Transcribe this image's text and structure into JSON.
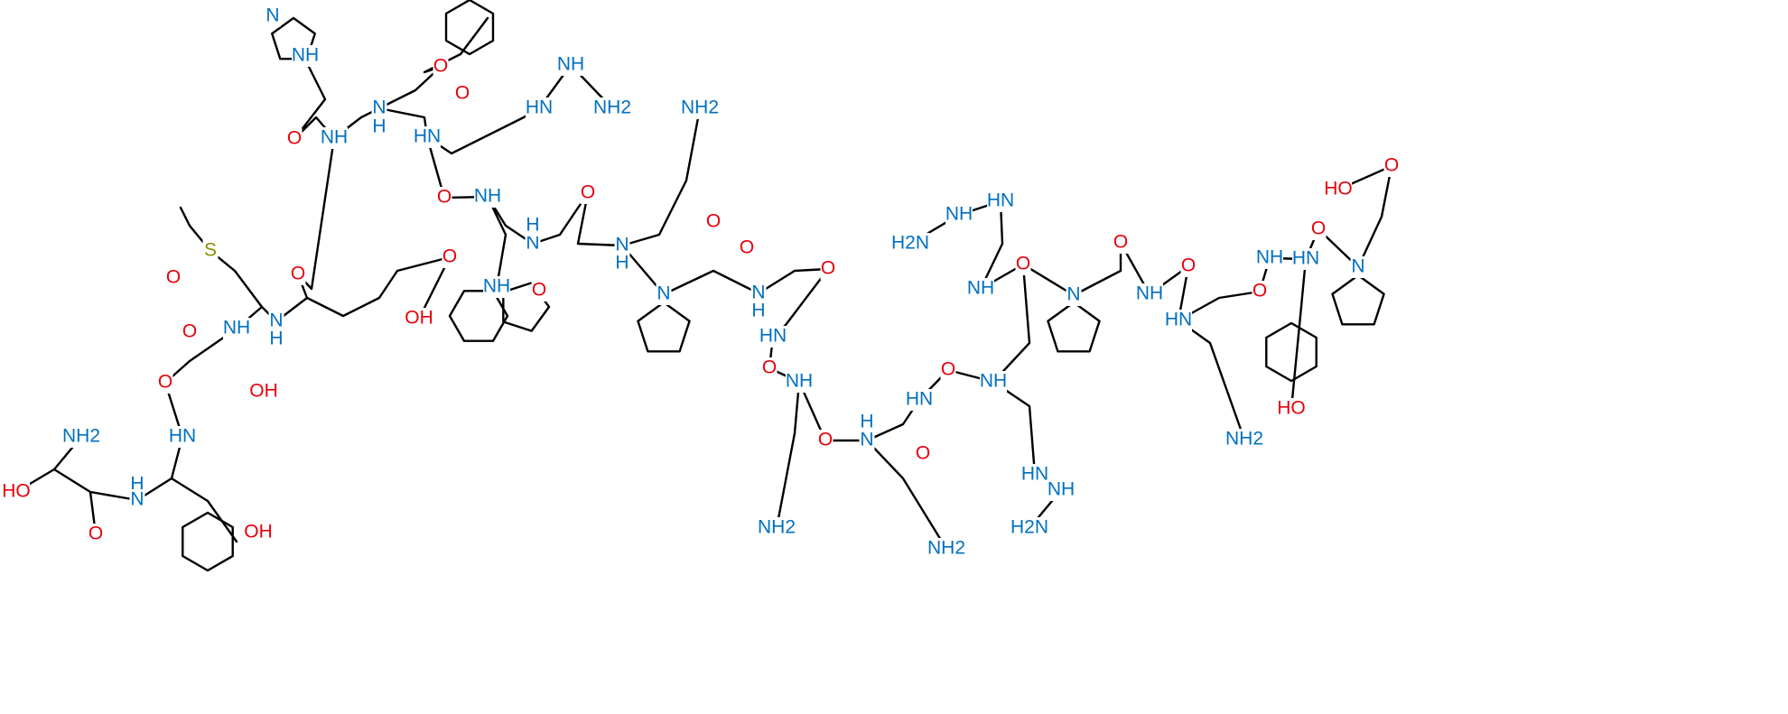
{
  "title": "Peptide chemical structure",
  "colors": {
    "oxygen": "#e8000b",
    "nitrogen": "#0070c0",
    "sulfur": "#8c8c00",
    "bond": "#000000"
  },
  "atoms": [
    {
      "t": "HO",
      "e": "O"
    },
    {
      "t": "NH2",
      "e": "N"
    },
    {
      "t": "O",
      "e": "O"
    },
    {
      "t": "H",
      "e": "N"
    },
    {
      "t": "N",
      "e": "N"
    },
    {
      "t": "HN",
      "e": "N"
    },
    {
      "t": "O",
      "e": "O"
    },
    {
      "t": "OH",
      "e": "O"
    },
    {
      "t": "OH",
      "e": "O"
    },
    {
      "t": "O",
      "e": "O"
    },
    {
      "t": "NH",
      "e": "N"
    },
    {
      "t": "S",
      "e": "S"
    },
    {
      "t": "O",
      "e": "O"
    },
    {
      "t": "O",
      "e": "O"
    },
    {
      "t": "N",
      "e": "N"
    },
    {
      "t": "H",
      "e": "N"
    },
    {
      "t": "O",
      "e": "O"
    },
    {
      "t": "NH",
      "e": "N"
    },
    {
      "t": "N",
      "e": "N"
    },
    {
      "t": "NH",
      "e": "N"
    },
    {
      "t": "O",
      "e": "O"
    },
    {
      "t": "N",
      "e": "N"
    },
    {
      "t": "H",
      "e": "N"
    },
    {
      "t": "O",
      "e": "O"
    },
    {
      "t": "OH",
      "e": "O"
    },
    {
      "t": "O",
      "e": "O"
    },
    {
      "t": "HN",
      "e": "N"
    },
    {
      "t": "NH",
      "e": "N"
    },
    {
      "t": "HN",
      "e": "N"
    },
    {
      "t": "NH2",
      "e": "N"
    },
    {
      "t": "O",
      "e": "O"
    },
    {
      "t": "NH",
      "e": "N"
    },
    {
      "t": "NH",
      "e": "N"
    },
    {
      "t": "N",
      "e": "N"
    },
    {
      "t": "H",
      "e": "N"
    },
    {
      "t": "O",
      "e": "O"
    },
    {
      "t": "O",
      "e": "O"
    },
    {
      "t": "N",
      "e": "N"
    },
    {
      "t": "H",
      "e": "N"
    },
    {
      "t": "NH2",
      "e": "N"
    },
    {
      "t": "O",
      "e": "O"
    },
    {
      "t": "N",
      "e": "N"
    },
    {
      "t": "O",
      "e": "O"
    },
    {
      "t": "N",
      "e": "N"
    },
    {
      "t": "H",
      "e": "N"
    },
    {
      "t": "O",
      "e": "O"
    },
    {
      "t": "HN",
      "e": "N"
    },
    {
      "t": "O",
      "e": "O"
    },
    {
      "t": "NH",
      "e": "N"
    },
    {
      "t": "O",
      "e": "O"
    },
    {
      "t": "H",
      "e": "N"
    },
    {
      "t": "N",
      "e": "N"
    },
    {
      "t": "NH2",
      "e": "N"
    },
    {
      "t": "O",
      "e": "O"
    },
    {
      "t": "HN",
      "e": "N"
    },
    {
      "t": "O",
      "e": "O"
    },
    {
      "t": "NH",
      "e": "N"
    },
    {
      "t": "NH2",
      "e": "N"
    },
    {
      "t": "HN",
      "e": "N"
    },
    {
      "t": "NH",
      "e": "N"
    },
    {
      "t": "H2N",
      "e": "N"
    },
    {
      "t": "NH",
      "e": "N"
    },
    {
      "t": "H2N",
      "e": "N"
    },
    {
      "t": "HN",
      "e": "N"
    },
    {
      "t": "O",
      "e": "O"
    },
    {
      "t": "NH",
      "e": "N"
    },
    {
      "t": "N",
      "e": "N"
    },
    {
      "t": "O",
      "e": "O"
    },
    {
      "t": "NH",
      "e": "N"
    },
    {
      "t": "O",
      "e": "O"
    },
    {
      "t": "HN",
      "e": "N"
    },
    {
      "t": "NH2",
      "e": "N"
    },
    {
      "t": "O",
      "e": "O"
    },
    {
      "t": "NH",
      "e": "N"
    },
    {
      "t": "O",
      "e": "O"
    },
    {
      "t": "HN",
      "e": "N"
    },
    {
      "t": "N",
      "e": "N"
    },
    {
      "t": "HO",
      "e": "O"
    },
    {
      "t": "O",
      "e": "O"
    },
    {
      "t": "HO",
      "e": "O"
    }
  ]
}
